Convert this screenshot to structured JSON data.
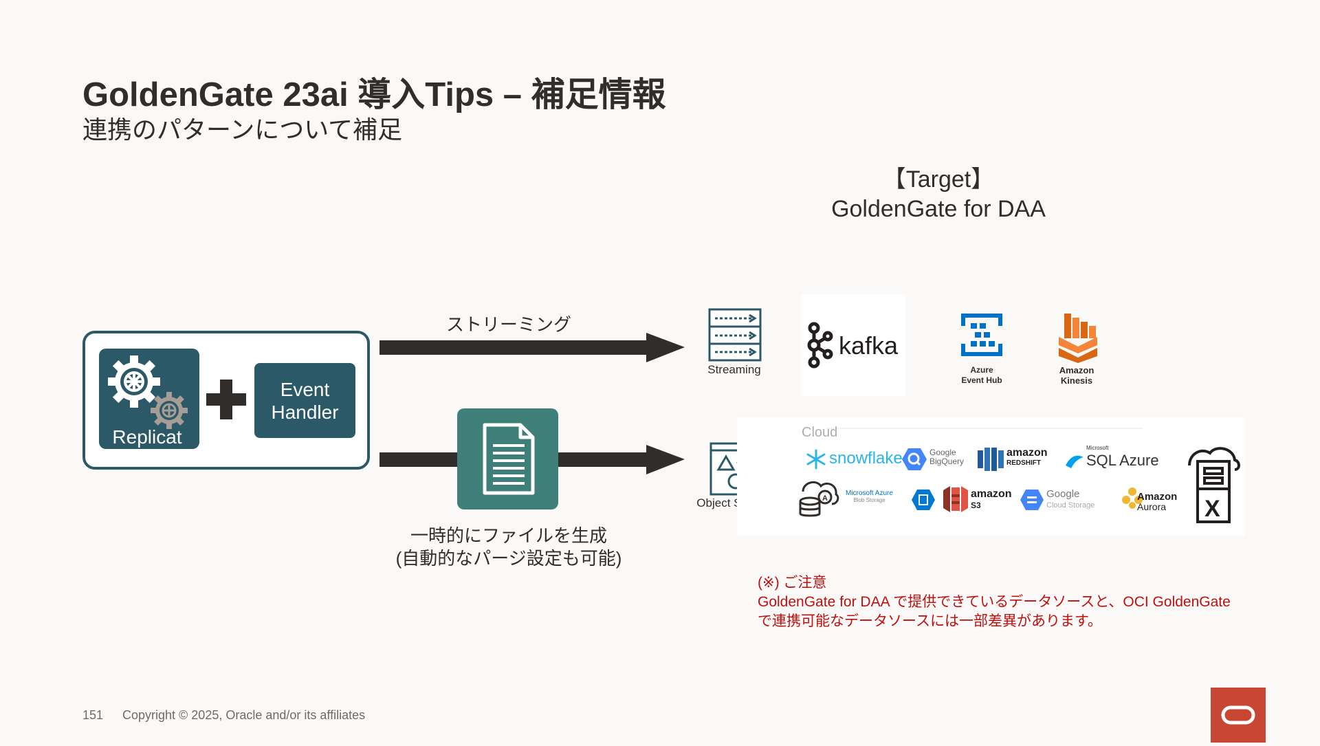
{
  "header": {
    "title": "GoldenGate 23ai 導入Tips – 補足情報",
    "subtitle": "連携のパターンについて補足"
  },
  "target": {
    "line1": "【Target】",
    "line2": "GoldenGate for DAA"
  },
  "source": {
    "replicat_label": "Replicat",
    "event_handler_line1": "Event",
    "event_handler_line2": "Handler"
  },
  "flows": {
    "streaming_label": "ストリーミング",
    "file_caption_line1": "一時的にファイルを生成",
    "file_caption_line2": "(自動的なパージ設定も可能)"
  },
  "streaming_targets": {
    "streaming_label": "Streaming",
    "kafka": "kafka",
    "azure_line1": "Azure",
    "azure_line2": "Event Hub",
    "kinesis_line1": "Amazon",
    "kinesis_line2": "Kinesis"
  },
  "storage_targets": {
    "object_storage_label": "Object Storage",
    "cloud_label": "Cloud",
    "logos": {
      "snowflake": "snowflake",
      "bigquery_line1": "Google",
      "bigquery_line2": "BigQuery",
      "redshift_line1": "amazon",
      "redshift_line2": "REDSHIFT",
      "sqlazure_small": "Microsoft",
      "sqlazure": "SQL Azure",
      "blob_line1": "Microsoft Azure",
      "blob_line2": "Blob Storage",
      "s3_line1": "amazon",
      "s3_line2": "S3",
      "gcs_line1": "Google",
      "gcs_line2": "Cloud Storage",
      "aurora_line1": "Amazon",
      "aurora_line2": "Aurora"
    }
  },
  "note": {
    "line1": "(※) ご注意",
    "line2": "GoldenGate for DAA で提供できているデータソースと、OCI GoldenGate",
    "line3": "で連携可能なデータソースには一部差異があります。"
  },
  "footer": {
    "page_number": "151",
    "copyright": "Copyright © 2025, Oracle and/or its affiliates"
  },
  "colors": {
    "teal": "#2c5967",
    "file_teal": "#3f7f79",
    "arrow": "#312d2a",
    "note_red": "#c0100d",
    "oracle_red": "#c74634"
  }
}
